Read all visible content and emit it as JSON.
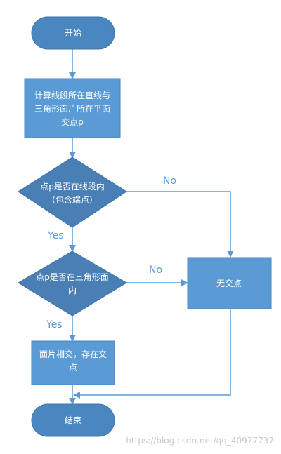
{
  "colors": {
    "terminal": "#4a86c0",
    "process": "#5b9bd5",
    "decision": "#4a7fb5",
    "edge": "#5b9bd5"
  },
  "nodes": {
    "start": {
      "label": "开始"
    },
    "compute": {
      "lines": [
        "计算线段所在直线与",
        "三角形面片所在平面",
        "交点p"
      ]
    },
    "check_segment": {
      "lines": [
        "点p是否在线段内",
        "（包含端点）"
      ]
    },
    "check_triangle": {
      "lines": [
        "点p是否在三角形面",
        "内"
      ]
    },
    "intersect": {
      "lines": [
        "面片相交，存在交",
        "点"
      ]
    },
    "no_intersection": {
      "label": "无交点"
    },
    "end": {
      "label": "结束"
    }
  },
  "edges": {
    "segment_yes": "Yes",
    "segment_no": "No",
    "triangle_yes": "Yes",
    "triangle_no": "No"
  },
  "watermark": "https://blog.csdn.net/qq_40977737"
}
